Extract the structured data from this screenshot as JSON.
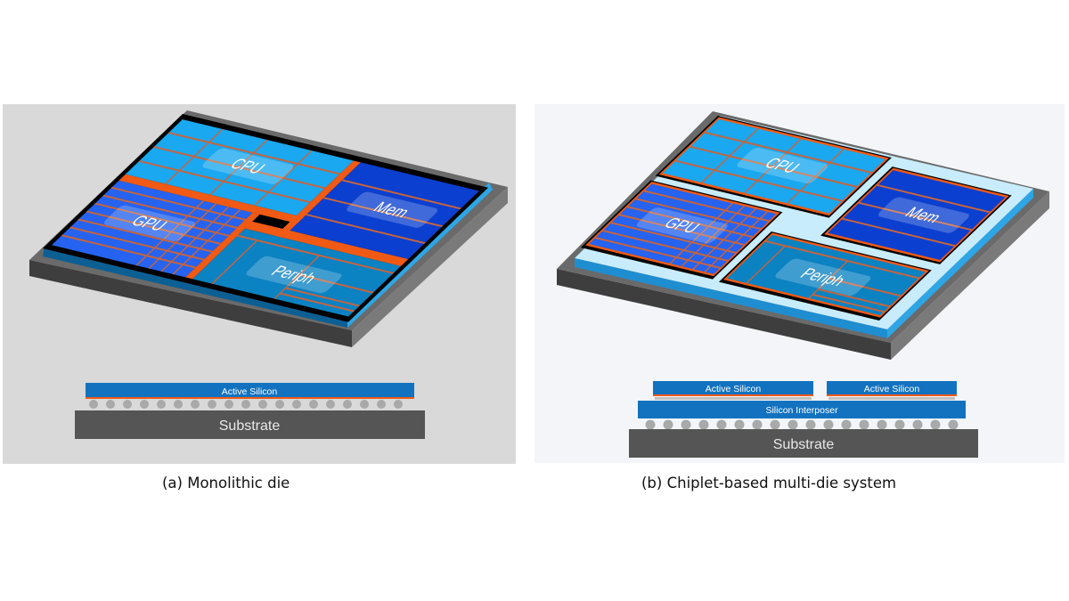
{
  "figure": {
    "panel_a": {
      "caption": "(a) Monolithic die",
      "chip_blocks": {
        "cpu": "CPU",
        "gpu": "GPU",
        "mem": "Mem",
        "periph": "Periph"
      },
      "cross_section": {
        "active_silicon": "Active Silicon",
        "substrate": "Substrate"
      }
    },
    "panel_b": {
      "caption": "(b) Chiplet-based multi-die system",
      "chip_blocks": {
        "cpu": "CPU",
        "gpu": "GPU",
        "mem": "Mem",
        "periph": "Periph"
      },
      "cross_section": {
        "active_silicon_left": "Active Silicon",
        "active_silicon_right": "Active Silicon",
        "interposer": "Silicon Interposer",
        "substrate": "Substrate"
      }
    }
  },
  "colors": {
    "cpu": "#1aa8f0",
    "gpu": "#2563f0",
    "mem": "#0b3fd0",
    "periph": "#0b82c2",
    "interconnect": "#f05a14",
    "die_outline": "#000000",
    "silicon_bar": "#1272c0",
    "substrate": "#555555",
    "panel_a_bg": "#d9d9d9",
    "panel_b_bg": "#f4f5f8"
  }
}
